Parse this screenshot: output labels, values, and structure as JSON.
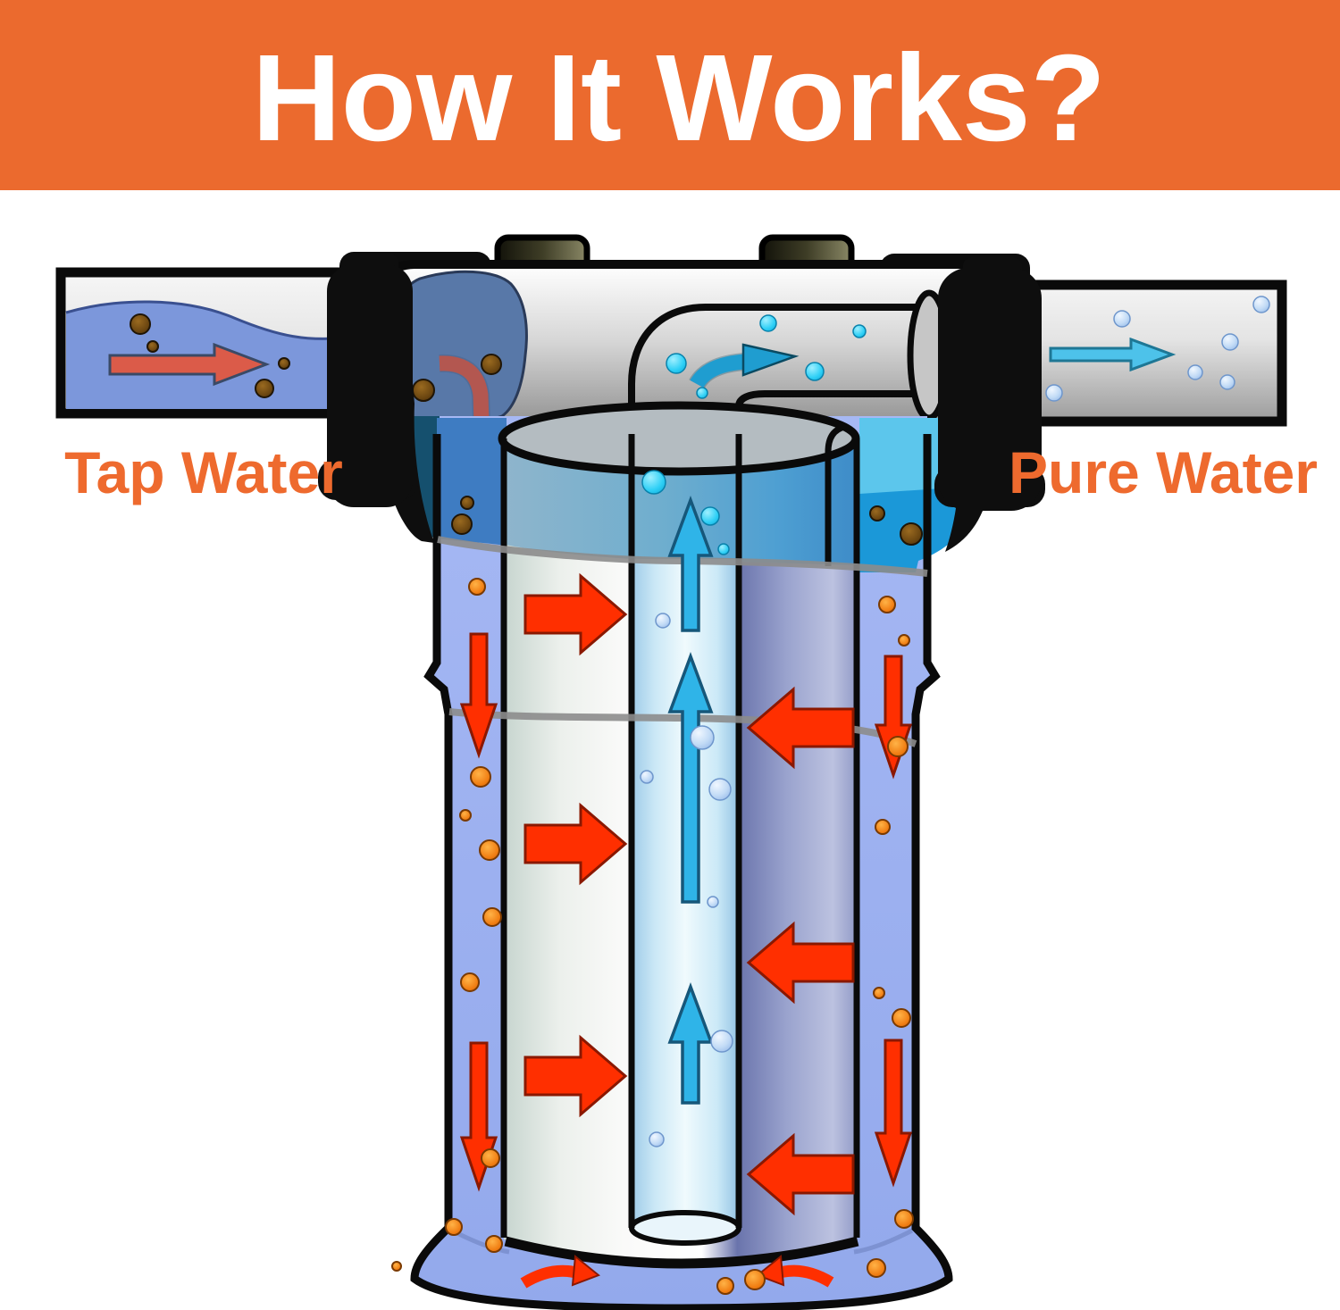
{
  "title": "How It Works?",
  "labels": {
    "tap_water": "Tap Water",
    "pure_water": "Pure Water"
  },
  "colors": {
    "banner": "#EB6A2E",
    "title_text": "#FFFFFF",
    "label_text": "#EE6A2E",
    "outline": "#0A0A0A",
    "red_arrow": "#FF2F00",
    "red_arrow_dark": "#8A1800",
    "salmon_arrow": "#DB5B49",
    "salmon_arrow_dark": "#3A4A66",
    "cyan_arrow": "#4DC2EA",
    "cyan_arrow_dark": "#1E7795",
    "teal_arrow": "#1F9DD0",
    "teal_arrow_dark": "#0A4A62",
    "tube_arrow": "#2FB4E8",
    "tube_arrow_dark": "#16577A",
    "pipe_water": "#7C97DB",
    "pipe_water_edge": "#3A5090",
    "housing_water": "#9DB2F0",
    "collar_water": "#3E7CC2",
    "dirty_blob": "#5878A8",
    "teal_shadow": "#15506E",
    "clean_cyan": "#5CC6EC",
    "clean_blue": "#1B98D8",
    "bubble_blue": "#A9CBF0",
    "bubble_cyan": "#12C2F0",
    "particle_brown": "#5A3A10",
    "particle_orange": "#E87010"
  }
}
